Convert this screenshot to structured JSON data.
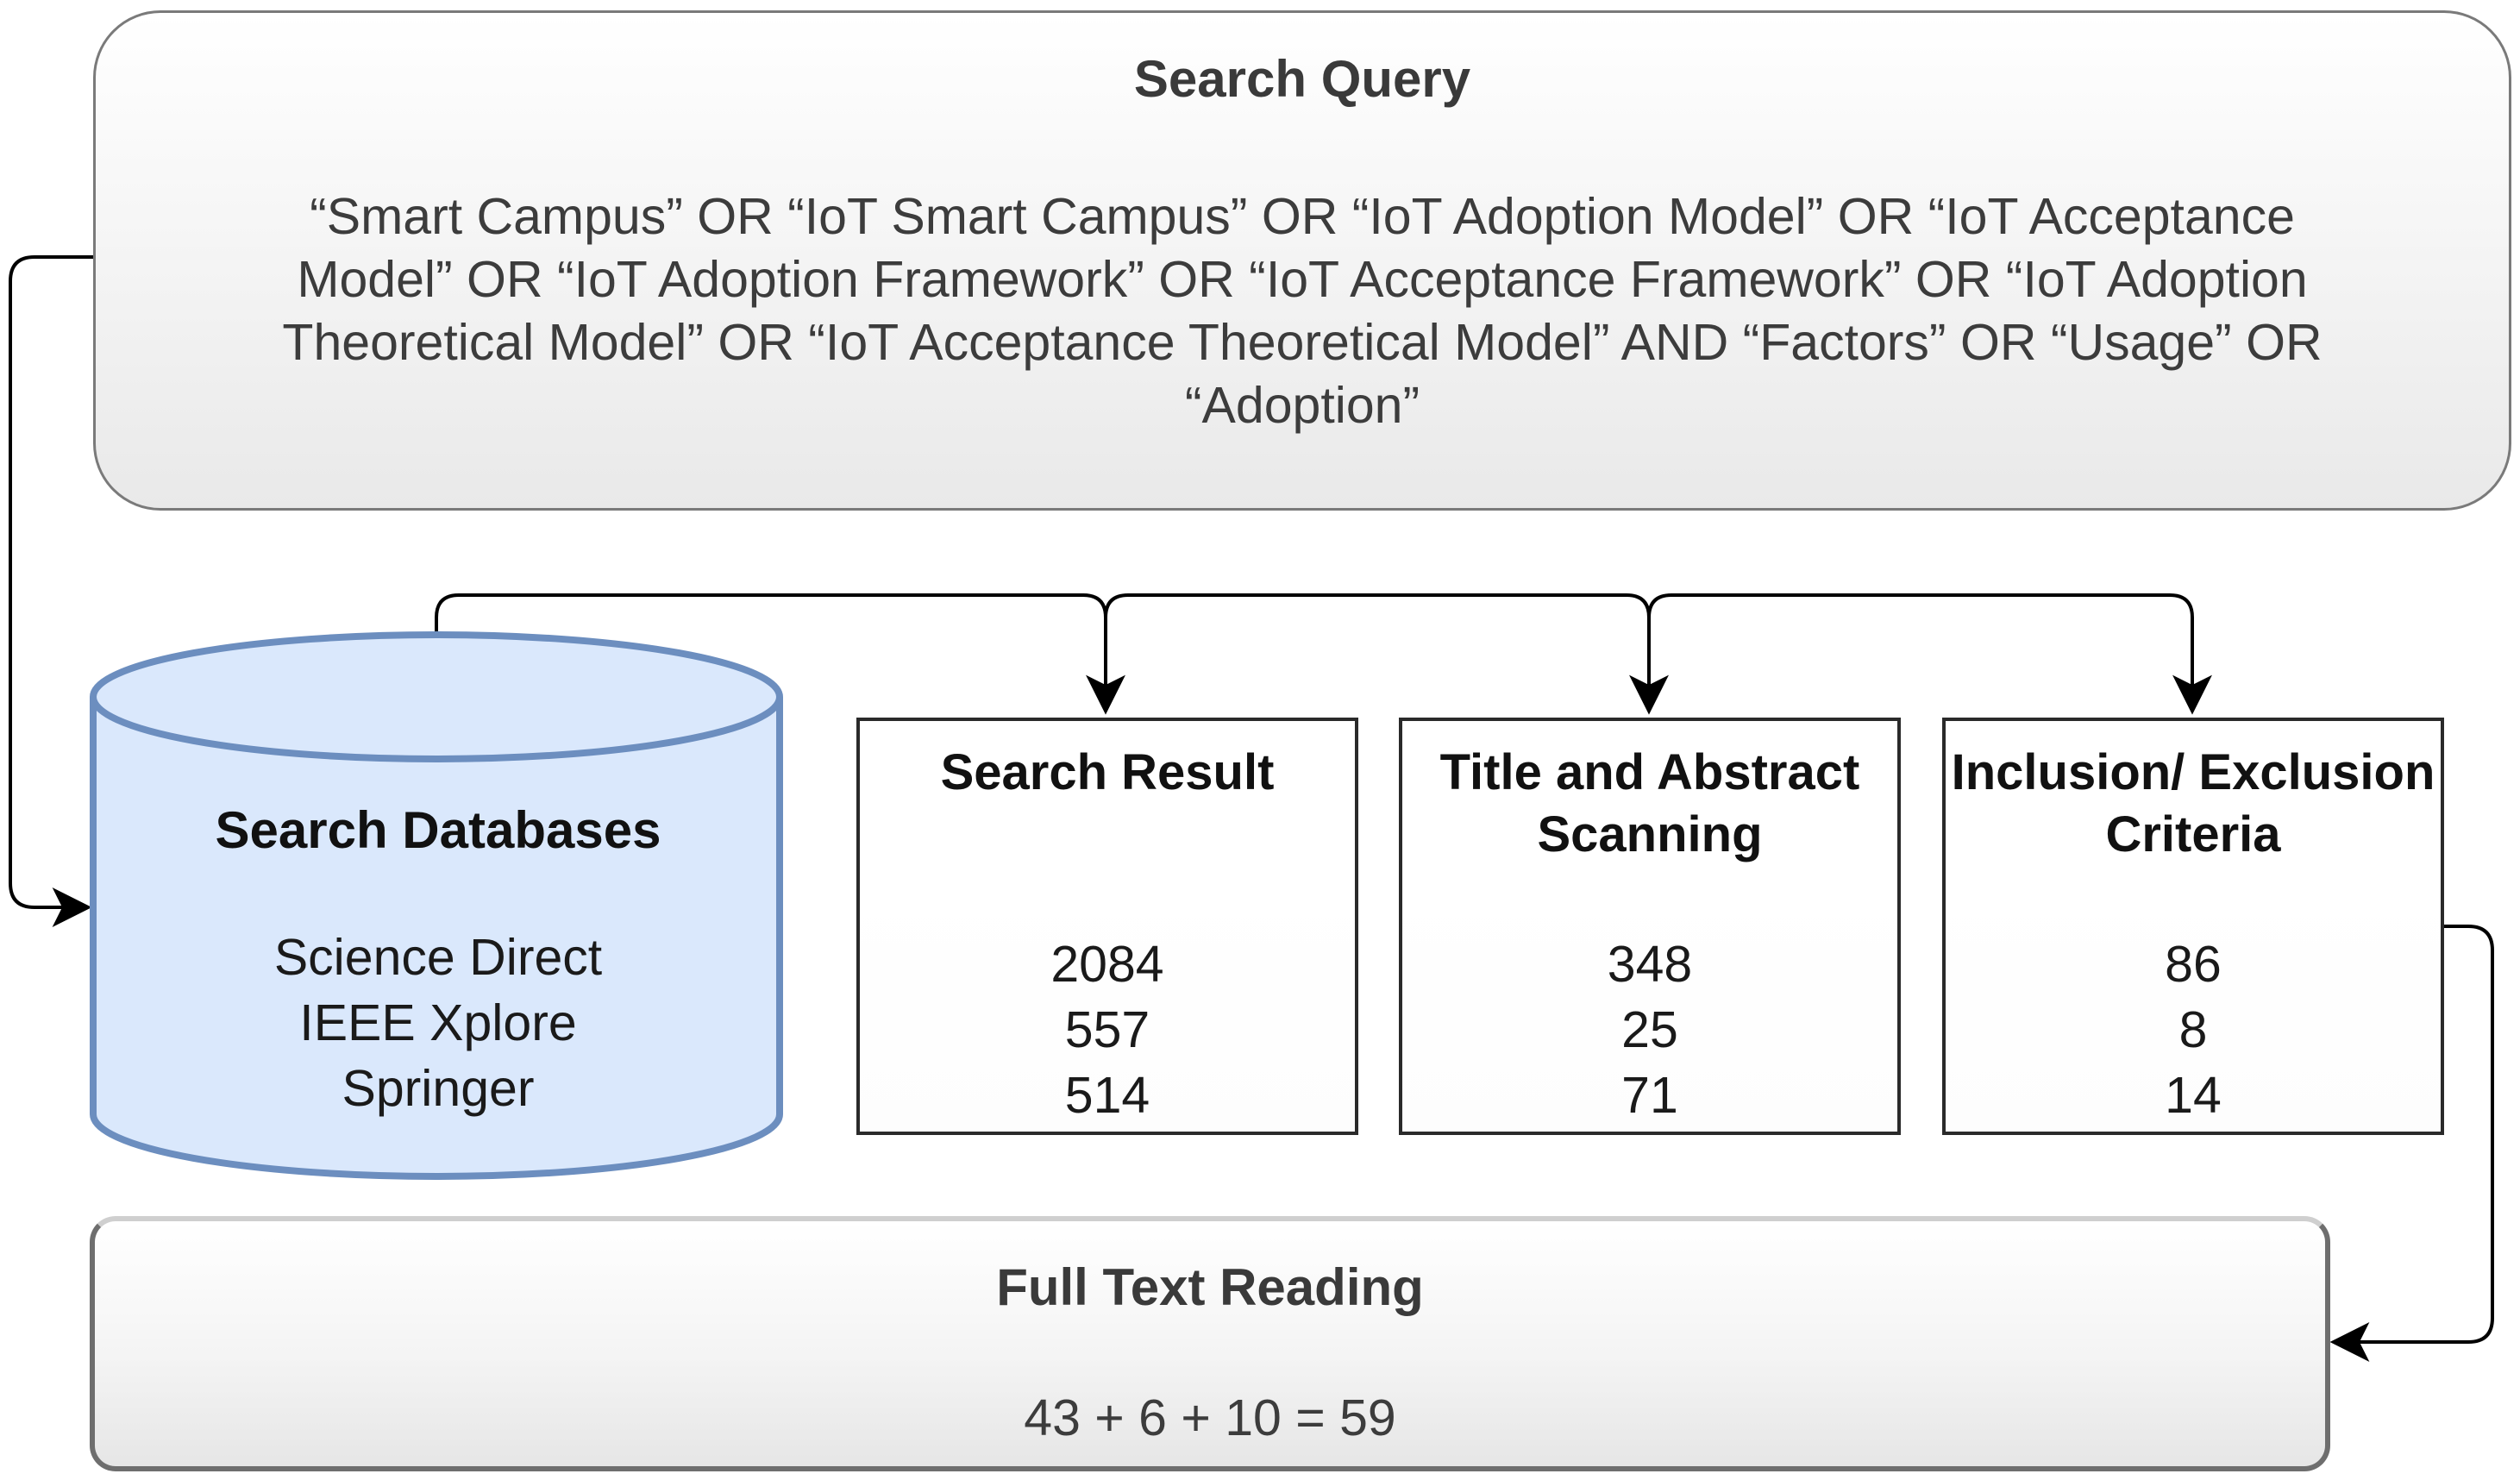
{
  "search_query": {
    "title": "Search Query",
    "text": "“Smart Campus” OR “IoT Smart Campus” OR “IoT Adoption Model” OR “IoT Acceptance Model” OR “IoT Adoption Framework” OR “IoT Acceptance Framework” OR “IoT Adoption Theoretical Model” OR “IoT Acceptance Theoretical Model” AND “Factors” OR “Usage” OR “Adoption”"
  },
  "search_databases": {
    "title": "Search Databases",
    "items": [
      "Science Direct",
      "IEEE Xplore",
      "Springer"
    ]
  },
  "stages": [
    {
      "title": "Search Result",
      "values": [
        "2084",
        "557",
        "514"
      ]
    },
    {
      "title": "Title and Abstract Scanning",
      "values": [
        "348",
        "25",
        "71"
      ]
    },
    {
      "title": "Inclusion/ Exclusion Criteria",
      "values": [
        "86",
        "8",
        "14"
      ]
    }
  ],
  "full_text_reading": {
    "title": "Full Text Reading",
    "sum": "43 + 6 + 10 = 59"
  },
  "colors": {
    "database_fill": "#dae8fc",
    "database_stroke": "#6c8ebf",
    "connector": "#000000"
  }
}
